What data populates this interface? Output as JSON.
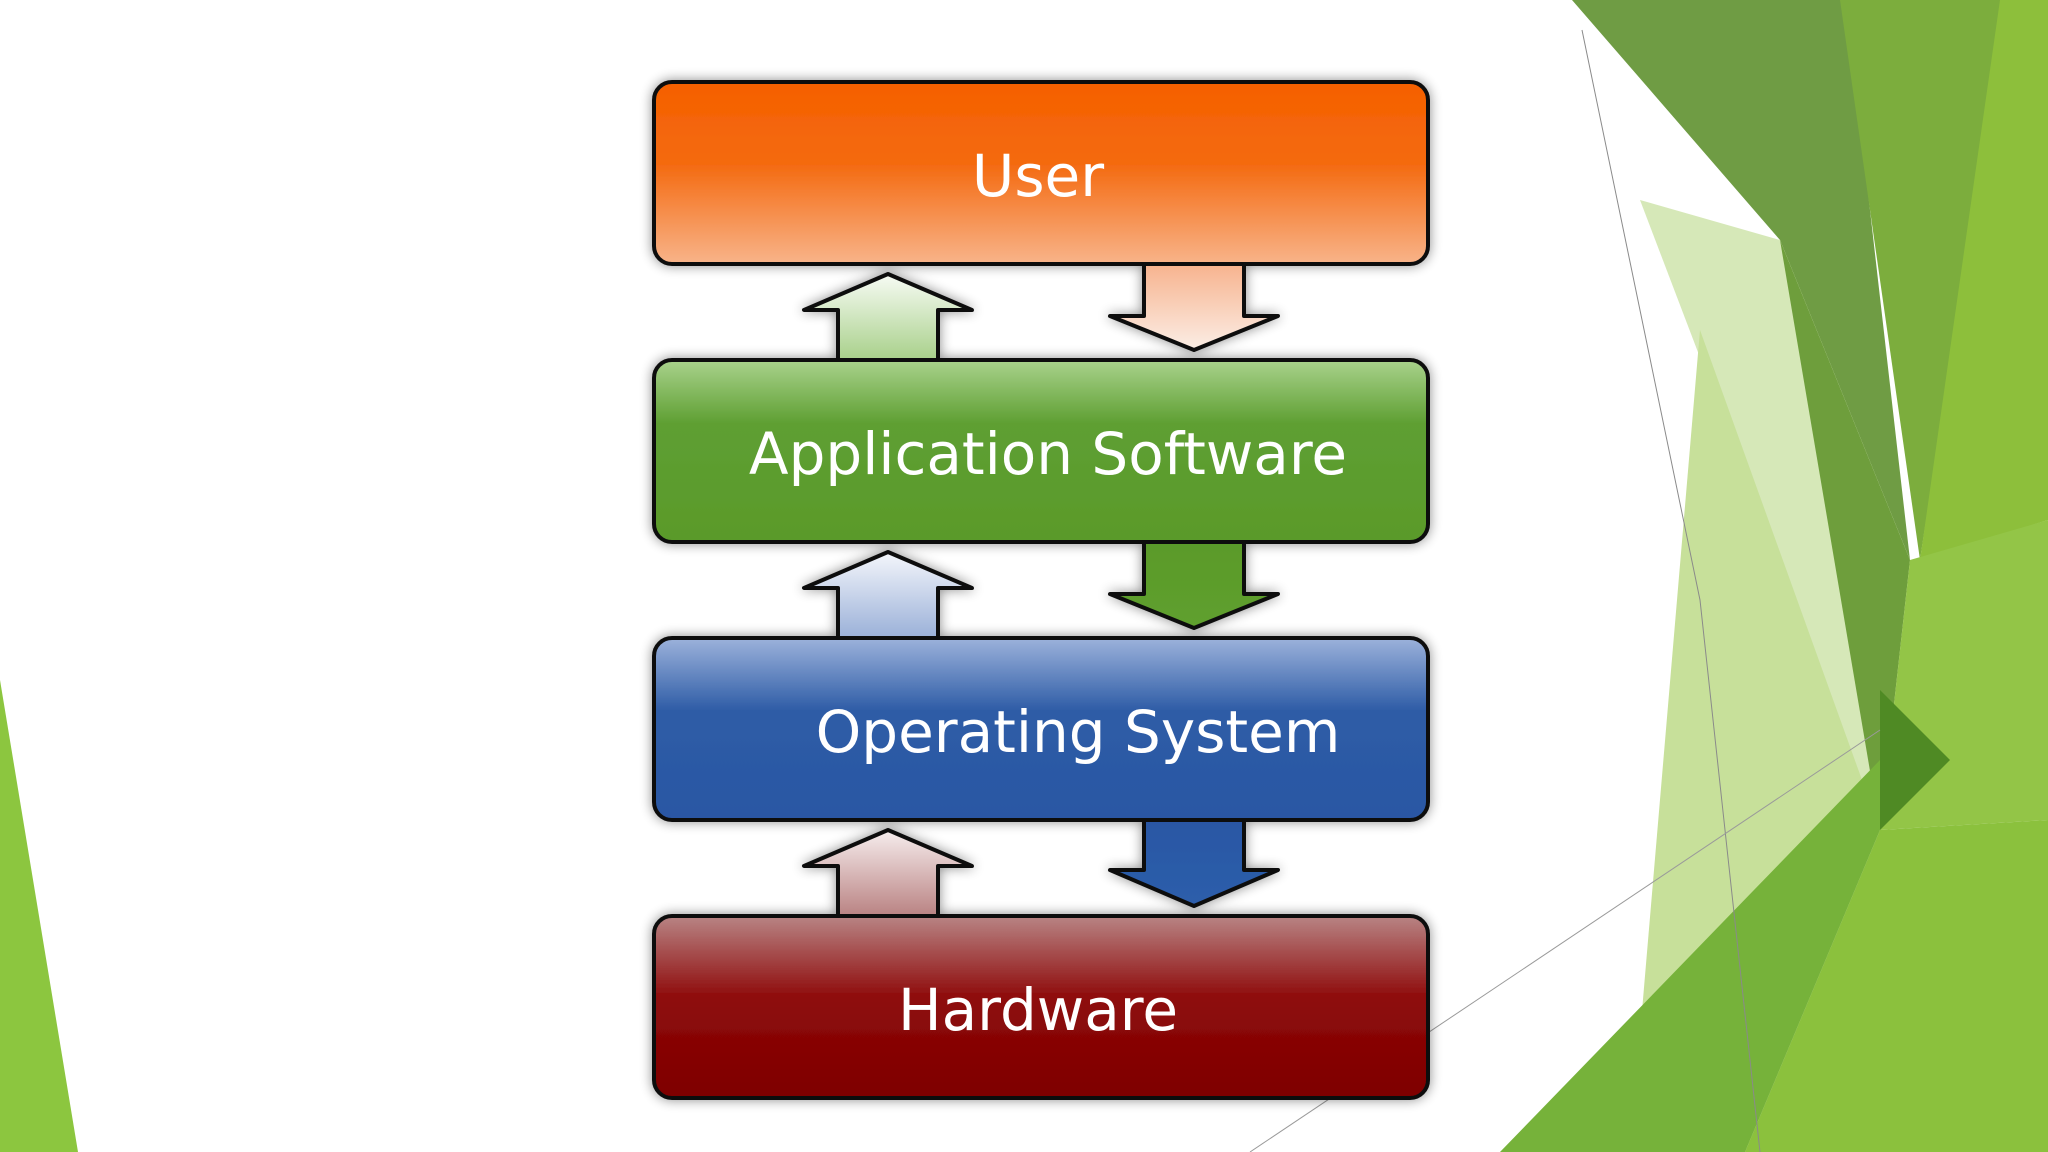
{
  "layers": [
    {
      "id": "user",
      "label": "User"
    },
    {
      "id": "application-software",
      "label": "Application Software"
    },
    {
      "id": "operating-system",
      "label": "Operating System"
    },
    {
      "id": "hardware",
      "label": "Hardware"
    }
  ],
  "colors": {
    "user": "#f56a0c",
    "application_software": "#5a9e2c",
    "operating_system": "#2b5aa8",
    "hardware": "#820404",
    "outline": "#111111",
    "decor_green_dark": "#6a9a3e",
    "decor_green_mid": "#7ab33a",
    "decor_green_light": "#9cc94a"
  }
}
